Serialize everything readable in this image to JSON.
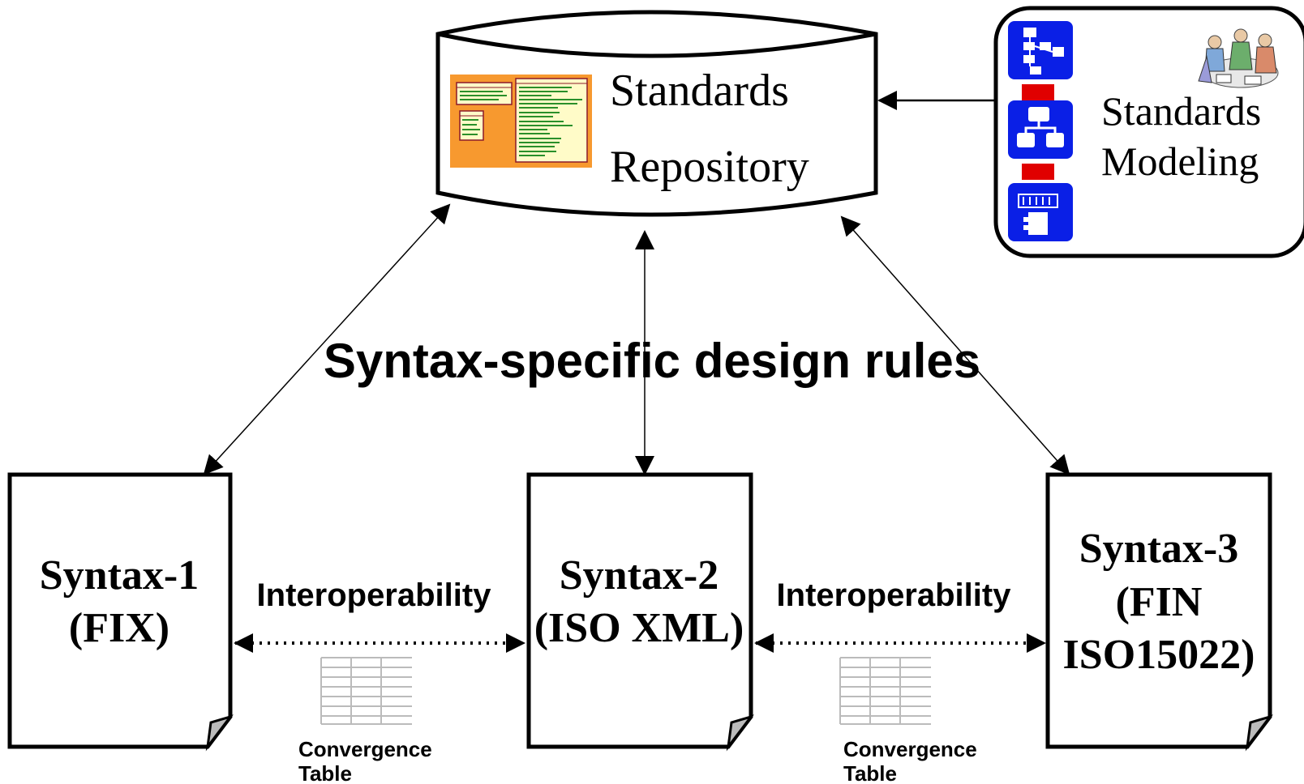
{
  "repository": {
    "line1": "Standards",
    "line2": "Repository"
  },
  "modeling": {
    "line1": "Standards",
    "line2": "Modeling"
  },
  "design_rules": "Syntax-specific design rules",
  "syntaxes": [
    {
      "line1": "Syntax-1",
      "line2": "(FIX)",
      "line3": ""
    },
    {
      "line1": "Syntax-2",
      "line2": "(ISO XML)",
      "line3": ""
    },
    {
      "line1": "Syntax-3",
      "line2": "(FIN",
      "line3": "ISO15022)"
    }
  ],
  "interop": [
    {
      "label": "Interoperability",
      "table_line1": "Convergence",
      "table_line2": "Table"
    },
    {
      "label": "Interoperability",
      "table_line1": "Convergence",
      "table_line2": "Table"
    }
  ],
  "colors": {
    "orange": "#f7992f",
    "note_yellow": "#fffbc8",
    "uml_border": "#8b1a2a",
    "icon_blue": "#0a1fe6",
    "connector_red": "#e00000"
  }
}
